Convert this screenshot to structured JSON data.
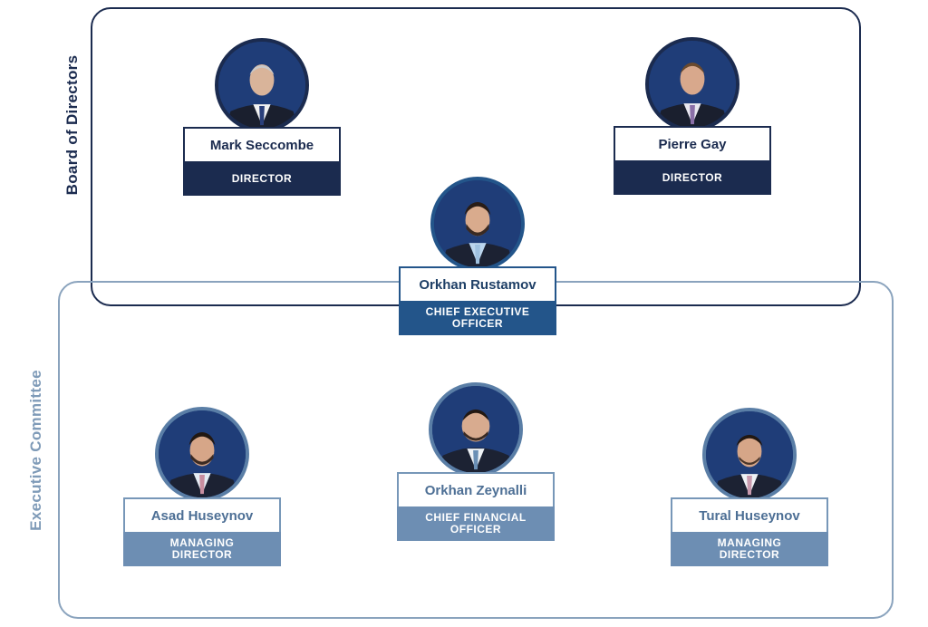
{
  "groups": {
    "board": "Board of Directors",
    "executive": "Executive Committee"
  },
  "people": {
    "mark": {
      "name": "Mark Seccombe",
      "title": "DIRECTOR"
    },
    "pierre": {
      "name": "Pierre Gay",
      "title": "DIRECTOR"
    },
    "orkhan_r": {
      "name": "Orkhan Rustamov",
      "title": "CHIEF EXECUTIVE OFFICER"
    },
    "asad": {
      "name": "Asad Huseynov",
      "title": "MANAGING DIRECTOR"
    },
    "orkhan_z": {
      "name": "Orkhan Zeynalli",
      "title": "CHIEF FINANCIAL OFFICER"
    },
    "tural": {
      "name": "Tural Huseynov",
      "title": "MANAGING DIRECTOR"
    }
  },
  "colors": {
    "board_navy": "#1b2b4f",
    "ceo_blue": "#23558a",
    "exec_steel": "#6d8eb3",
    "photo_background": "#1f3d78"
  }
}
